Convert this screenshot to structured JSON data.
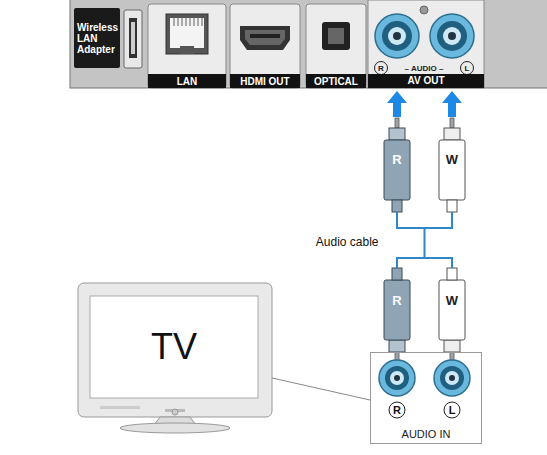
{
  "diagram": {
    "nodes": [
      {
        "text": [
          "AV OUT"
        ]
      },
      {
        "text": [
          "TV"
        ]
      },
      {
        "text": [
          "AUDIO IN"
        ]
      }
    ],
    "edges": [
      {
        "from": 2,
        "to": 0,
        "arrow": "to",
        "label": "Audio cable"
      }
    ],
    "labels": [
      "Wireless LAN Adapter",
      "LAN",
      "HDMI OUT",
      "OPTICAL",
      "R",
      "– AUDIO –",
      "L",
      "R",
      "W",
      "R",
      "W",
      "R",
      "L"
    ]
  }
}
